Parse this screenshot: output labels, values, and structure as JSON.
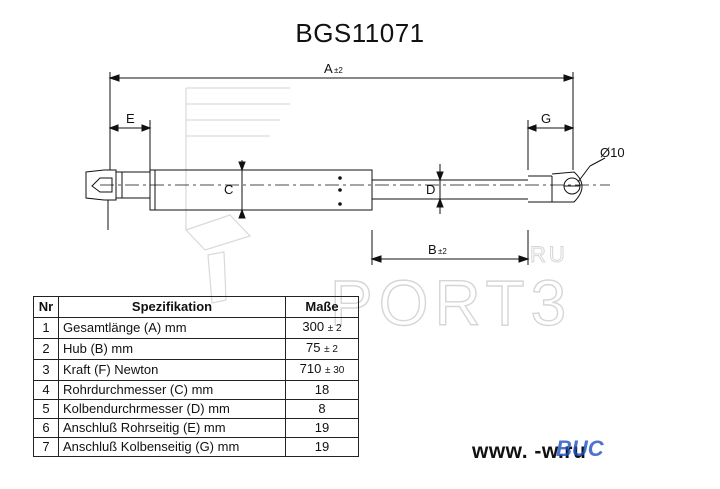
{
  "title": "BGS11071",
  "dimensions": {
    "A": "A",
    "A_tol": "±2",
    "B": "B",
    "B_tol": "±2",
    "C": "C",
    "D": "D",
    "E": "E",
    "G": "G",
    "eye_diameter": "Ø10"
  },
  "watermark": {
    "main": "PORT3",
    "suffix": "RU"
  },
  "table": {
    "headers": [
      "Nr",
      "Spezifikation",
      "Maße"
    ],
    "rows": [
      {
        "nr": "1",
        "spec": "Gesamtlänge (A) mm",
        "value": "300",
        "tol": "± 2"
      },
      {
        "nr": "2",
        "spec": "Hub (B)  mm",
        "value": "75",
        "tol": "± 2"
      },
      {
        "nr": "3",
        "spec": "Kraft (F) Newton",
        "value": "710",
        "tol": "± 30"
      },
      {
        "nr": "4",
        "spec": "Rohrdurchmesser (C) mm",
        "value": "18",
        "tol": ""
      },
      {
        "nr": "5",
        "spec": "Kolbendurchrmesser (D) mm",
        "value": "8",
        "tol": ""
      },
      {
        "nr": "6",
        "spec": "Anschluß Rohrseitig (E) mm",
        "value": "19",
        "tol": ""
      },
      {
        "nr": "7",
        "spec": "Anschluß Kolbenseitig (G) mm",
        "value": "19",
        "tol": ""
      }
    ]
  },
  "website": {
    "text": "www.                -w.ru",
    "logo": "BUC"
  }
}
